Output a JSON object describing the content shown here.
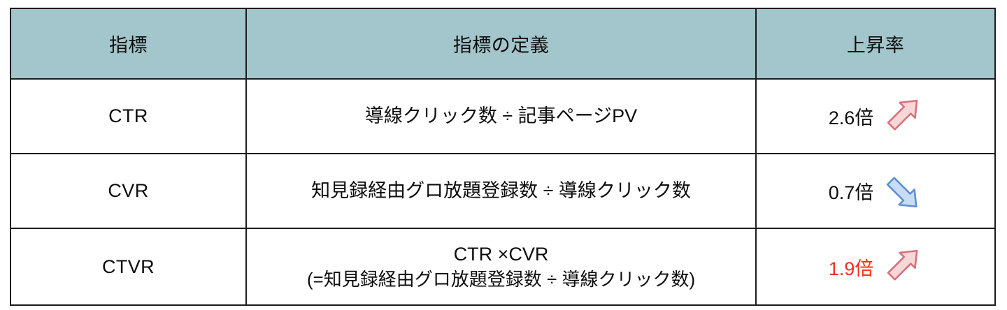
{
  "table": {
    "columns": [
      {
        "key": "metric",
        "label": "指標"
      },
      {
        "key": "definition",
        "label": "指標の定義"
      },
      {
        "key": "growth",
        "label": "上昇率"
      }
    ],
    "header_bg": "#a3c6cc",
    "border_color": "#1c1c1c",
    "rows": [
      {
        "metric": "CTR",
        "definition_line1": "導線クリック数 ÷ 記事ページPV",
        "definition_line2": "",
        "growth_value": "2.6倍",
        "growth_value_color": "#0d0d0d",
        "arrow": "arrow-up-right",
        "arrow_fill": "#f7d7d7",
        "arrow_stroke": "#d9707a"
      },
      {
        "metric": "CVR",
        "definition_line1": "知見録経由グロ放題登録数 ÷ 導線クリック数",
        "definition_line2": "",
        "growth_value": "0.7倍",
        "growth_value_color": "#0d0d0d",
        "arrow": "arrow-down-right",
        "arrow_fill": "#c9dcf4",
        "arrow_stroke": "#5b8fd4"
      },
      {
        "metric": "CTVR",
        "definition_line1": "CTR ×CVR",
        "definition_line2": "(=知見録経由グロ放題登録数 ÷ 導線クリック数)",
        "growth_value": "1.9倍",
        "growth_value_color": "#fc2c1a",
        "arrow": "arrow-up-right",
        "arrow_fill": "#f7d7d7",
        "arrow_stroke": "#d9707a"
      }
    ]
  }
}
